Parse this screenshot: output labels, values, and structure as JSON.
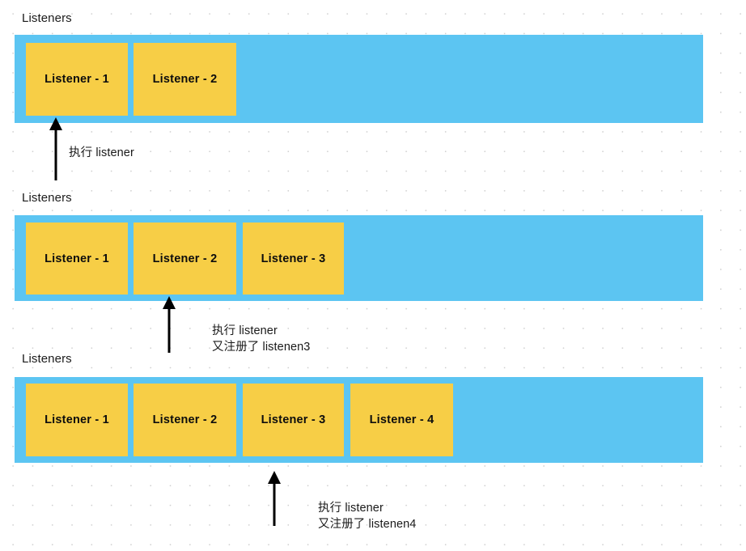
{
  "colors": {
    "background": "#ffffff",
    "grid_dot": "#cfcfcf",
    "bar_fill": "#5cc5f2",
    "box_fill": "#f7ce46",
    "text": "#1a1a1a",
    "arrow": "#000000"
  },
  "sections": [
    {
      "label": "Listeners",
      "boxes": [
        {
          "label": "Listener - 1"
        },
        {
          "label": "Listener - 2"
        }
      ],
      "annotation": "执行 listener"
    },
    {
      "label": "Listeners",
      "boxes": [
        {
          "label": "Listener - 1"
        },
        {
          "label": "Listener - 2"
        },
        {
          "label": "Listener - 3"
        }
      ],
      "annotation": "执行 listener\n又注册了 listenen3"
    },
    {
      "label": "Listeners",
      "boxes": [
        {
          "label": "Listener - 1"
        },
        {
          "label": "Listener - 2"
        },
        {
          "label": "Listener - 3"
        },
        {
          "label": "Listener - 4"
        }
      ],
      "annotation": "执行 listener\n又注册了 listenen4"
    }
  ]
}
